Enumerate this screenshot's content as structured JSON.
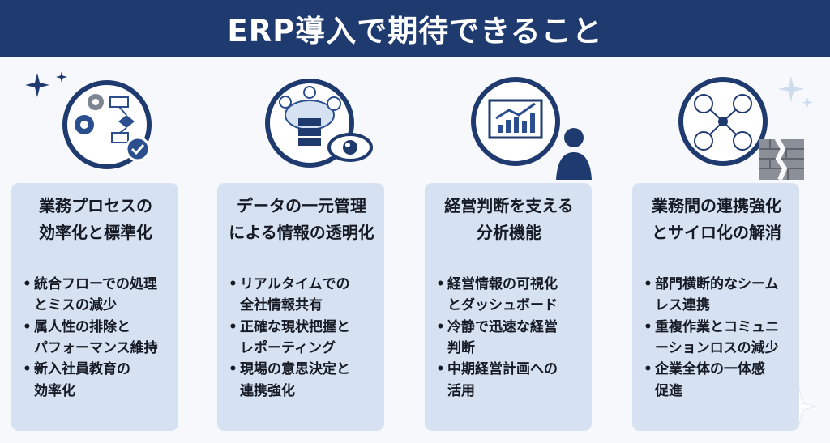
{
  "title": "ERP導入で期待できること",
  "colors": {
    "banner": "#1e3a6e",
    "card": "#d6e2f2",
    "accent": "#2b4f8e"
  },
  "cards": [
    {
      "title": "業務プロセスの\n効率化と標準化",
      "icon": "gears-flowchart-check-icon",
      "bullets": [
        "統合フローでの処理\nとミスの減少",
        "属人性の排除と\nパフォーマンス維持",
        "新入社員教育の\n効率化"
      ]
    },
    {
      "title": "データの一元管理\nによる情報の透明化",
      "icon": "cloud-server-eye-icon",
      "bullets": [
        "リアルタイムでの\n全社情報共有",
        "正確な現状把握と\nレポーティング",
        "現場の意思決定と\n連携強化"
      ]
    },
    {
      "title": "経営判断を支える\n分析機能",
      "icon": "dashboard-analyst-icon",
      "bullets": [
        "経営情報の可視化\nとダッシュボード",
        "冷静で迅速な経営\n判断",
        "中期経営計画への\n活用"
      ]
    },
    {
      "title": "業務間の連携強化\nとサイロ化の解消",
      "icon": "connected-departments-wall-icon",
      "bullets": [
        "部門横断的なシーム\nレス連携",
        "重複作業とコミュニ\nーションロスの減少",
        "企業全体の一体感\n促進"
      ]
    }
  ]
}
